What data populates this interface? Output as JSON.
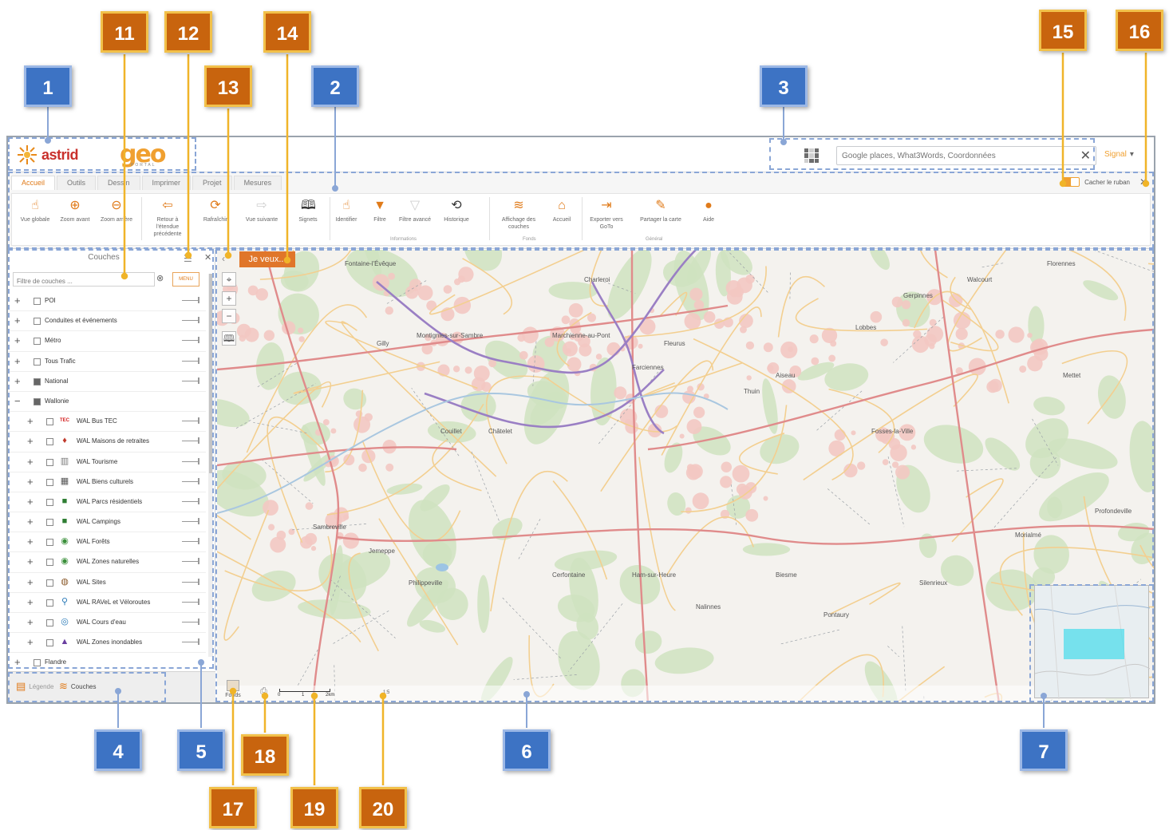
{
  "header": {
    "astrid_logo": "astrid",
    "geo_logo": "geo",
    "geo_logo_sub": "PORTAL",
    "search_placeholder": "Google places, What3Words, Coordonnées",
    "signal_label": "Signal"
  },
  "ribbon": {
    "tabs": [
      "Accueil",
      "Outils",
      "Dessin",
      "Imprimer",
      "Projet",
      "Mesures"
    ],
    "toggle_label": "Cacher le ruban",
    "buttons": [
      {
        "label": "Vue globale",
        "icon": "hand-icon"
      },
      {
        "label": "Zoom avant",
        "icon": "zoom-in-icon"
      },
      {
        "label": "Zoom arrière",
        "icon": "zoom-out-icon"
      },
      {
        "label": "Retour à l'étendue précédente",
        "icon": "back-icon"
      },
      {
        "label": "Rafraîchir",
        "icon": "refresh-icon"
      },
      {
        "label": "Vue suivante",
        "icon": "forward-icon"
      },
      {
        "label": "Signets",
        "icon": "bookmark-icon"
      },
      {
        "label": "Identifier",
        "icon": "identify-icon"
      },
      {
        "label": "Filtre",
        "icon": "filter-icon"
      },
      {
        "label": "Filtre avancé",
        "icon": "filter-advanced-icon"
      },
      {
        "label": "Historique",
        "icon": "history-icon"
      },
      {
        "label": "Affichage des couches",
        "icon": "layers-icon"
      },
      {
        "label": "Accueil",
        "icon": "home-icon"
      },
      {
        "label": "Exporter vers GoTo",
        "icon": "export-icon"
      },
      {
        "label": "Partager la carte",
        "icon": "share-icon"
      },
      {
        "label": "Aide",
        "icon": "help-icon"
      }
    ],
    "groups": [
      "Informations",
      "Fonds",
      "Général"
    ]
  },
  "layers_panel": {
    "title": "Couches",
    "search_placeholder": "Filtre de couches ...",
    "options_label": "MENU",
    "items": [
      {
        "label": "POI",
        "level": 0,
        "checked": false,
        "icon": ""
      },
      {
        "label": "Conduites et événements",
        "level": 0,
        "checked": false,
        "icon": ""
      },
      {
        "label": "Métro",
        "level": 0,
        "checked": false,
        "icon": ""
      },
      {
        "label": "Tous Trafic",
        "level": 0,
        "checked": false,
        "icon": ""
      },
      {
        "label": "National",
        "level": 0,
        "checked": true,
        "icon": ""
      },
      {
        "label": "Wallonie",
        "level": 0,
        "checked": true,
        "icon": "",
        "expanded": true
      },
      {
        "label": "WAL Bus TEC",
        "level": 1,
        "checked": false,
        "icon": "tec-icon",
        "icon_text": "TEC",
        "icon_color": "#d42020"
      },
      {
        "label": "WAL Maisons de retraites",
        "level": 1,
        "checked": false,
        "icon": "map-pin-icon",
        "icon_color": "#c0392b"
      },
      {
        "label": "WAL Tourisme",
        "level": 1,
        "checked": false,
        "icon": "building-icon",
        "icon_color": "#7a7a7a"
      },
      {
        "label": "WAL Biens culturels",
        "level": 1,
        "checked": false,
        "icon": "monument-icon",
        "icon_color": "#555555"
      },
      {
        "label": "WAL Parcs résidentiels",
        "level": 1,
        "checked": false,
        "icon": "park-icon",
        "icon_color": "#2e7d32"
      },
      {
        "label": "WAL Campings",
        "level": 1,
        "checked": false,
        "icon": "camping-icon",
        "icon_color": "#2e7d32"
      },
      {
        "label": "WAL Forêts",
        "level": 1,
        "checked": false,
        "icon": "tree-icon",
        "icon_color": "#3a8f3a"
      },
      {
        "label": "WAL Zones naturelles",
        "level": 1,
        "checked": false,
        "icon": "nature-icon",
        "icon_color": "#3a8f3a"
      },
      {
        "label": "WAL Sites",
        "level": 1,
        "checked": false,
        "icon": "site-icon",
        "icon_color": "#8b5a2b"
      },
      {
        "label": "WAL RAVeL et Véloroutes",
        "level": 1,
        "checked": false,
        "icon": "bicycle-icon",
        "icon_color": "#2a7ab8"
      },
      {
        "label": "WAL Cours d'eau",
        "level": 1,
        "checked": false,
        "icon": "water-icon",
        "icon_color": "#2a7ab8"
      },
      {
        "label": "WAL Zones inondables",
        "level": 1,
        "checked": false,
        "icon": "flood-icon",
        "icon_color": "#6a3fa0"
      },
      {
        "label": "Flandre",
        "level": 0,
        "checked": false,
        "icon": ""
      }
    ],
    "bottom_tabs": [
      {
        "label": "Légende",
        "icon": "legend-icon",
        "active": false
      },
      {
        "label": "Couches",
        "icon": "layers-icon",
        "active": true
      }
    ]
  },
  "map": {
    "je_veux_label": "Je veux...",
    "fond_label": "Fonds",
    "scale_labels": [
      "0",
      "1",
      "2km"
    ],
    "scale_ratio": "1:5",
    "places": [
      "Fontaine-l'Évêque",
      "Charleroi",
      "Marchienne-au-Pont",
      "Montignies-sur-Sambre",
      "Gilly",
      "Couillet",
      "Châtelet",
      "Farciennes",
      "Fleurus",
      "Aiseau",
      "Thuin",
      "Lobbes",
      "Gerpinnes",
      "Walcourt",
      "Florennes",
      "Mettet",
      "Fosses-la-Ville",
      "Sambreville",
      "Jemeppe",
      "Philippeville",
      "Cerfontaine",
      "Ham-sur-Heure",
      "Nalinnes",
      "Biesme",
      "Pontaury",
      "Silenrieux",
      "Morialmé",
      "Profondeville"
    ]
  },
  "annotations": {
    "blue": [
      "1",
      "2",
      "3",
      "4",
      "5",
      "6",
      "7"
    ],
    "orange": [
      "11",
      "12",
      "13",
      "14",
      "15",
      "16",
      "17",
      "18",
      "19",
      "20"
    ]
  },
  "colors": {
    "brand_orange": "#e0762a",
    "annotation_blue": "#3d73c4",
    "annotation_orange": "#c8640e",
    "annotation_border_gold": "#f2c14a",
    "leader_line": "#f0b429"
  }
}
